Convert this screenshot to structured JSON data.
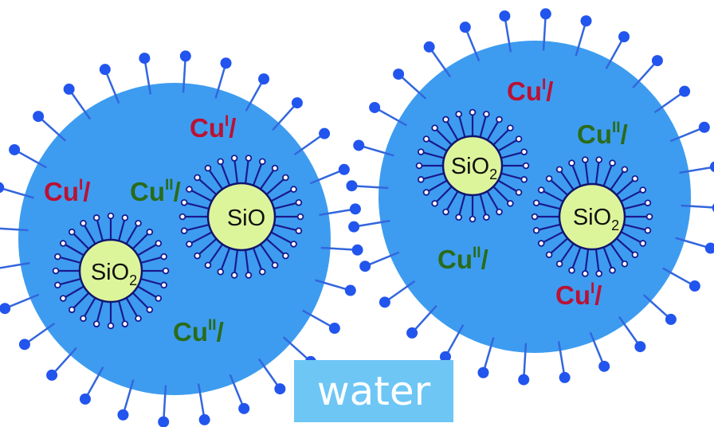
{
  "colors": {
    "micelle": "#3d9cf0",
    "tail": "#3366dd",
    "head": "#2255ee",
    "core": "#ddf59a",
    "core_outline": "#101470",
    "inner_tail": "#1a1a8c",
    "cu_i": "#bb1133",
    "cu_ii": "#2a6b1a",
    "water_box": "#6ec6f5"
  },
  "icons": {
    "surfactant": "surfactant-molecule-icon",
    "particle": "silica-particle-icon"
  },
  "labels": {
    "cu1_a": {
      "base": "Cu",
      "sup": "I",
      "tail": "/"
    },
    "cu1_b": {
      "base": "Cu",
      "sup": "I",
      "tail": "/"
    },
    "cu2_a": {
      "base": "Cu",
      "sup": "II",
      "tail": "/"
    },
    "cu2_b": {
      "base": "Cu",
      "sup": "II",
      "tail": "/"
    },
    "cu1_c": {
      "base": "Cu",
      "sup": "I",
      "tail": "/"
    },
    "cu2_c": {
      "base": "Cu",
      "sup": "II",
      "tail": "/"
    },
    "cu2_d": {
      "base": "Cu",
      "sup": "II",
      "tail": "/"
    },
    "cu1_d": {
      "base": "Cu",
      "sup": "I",
      "tail": "/"
    }
  },
  "cores": {
    "c1": {
      "base": "SiO",
      "sub": "2"
    },
    "c2": {
      "base": "SiO",
      "sub": ""
    },
    "c3": {
      "base": "SiO",
      "sub": "2"
    },
    "c4": {
      "base": "SiO",
      "sub": "2"
    }
  },
  "water": "water"
}
